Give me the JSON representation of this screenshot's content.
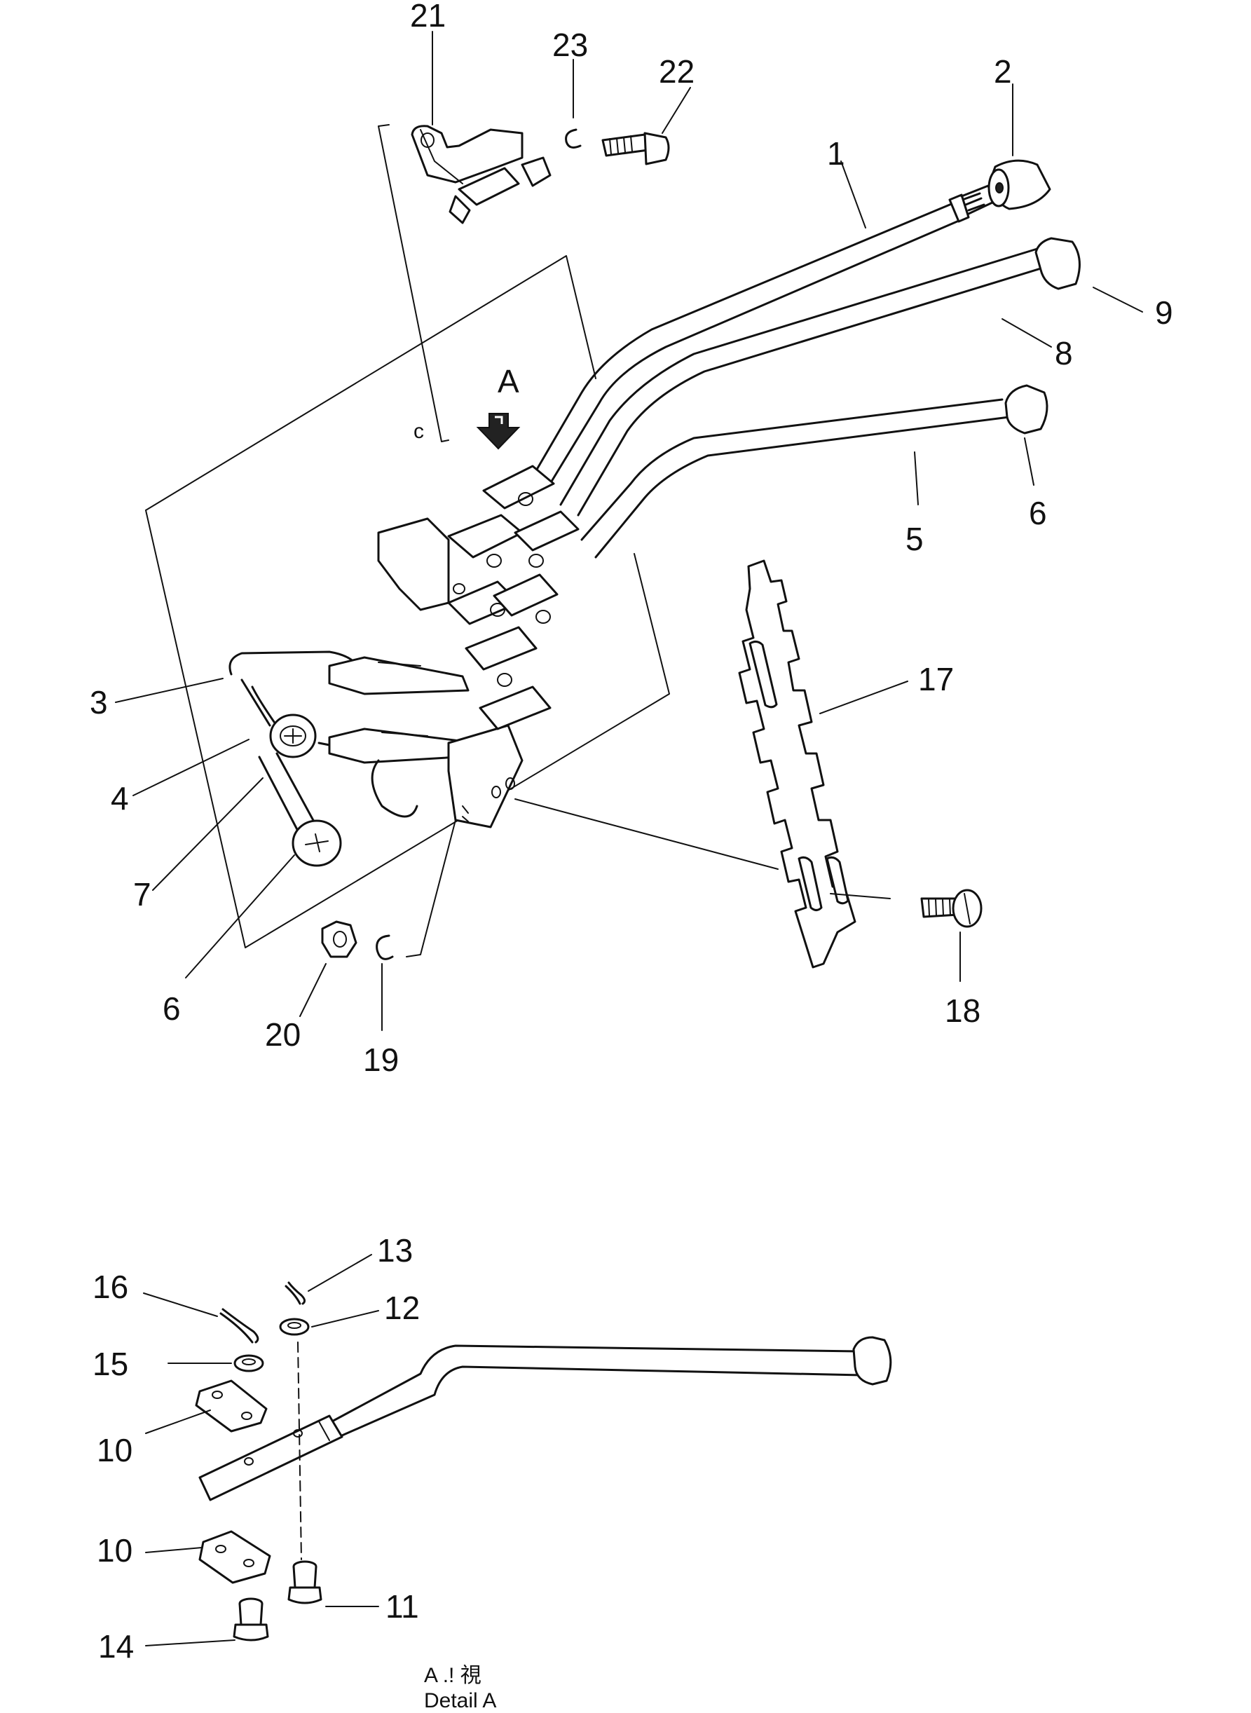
{
  "view_marker": {
    "letter": "A"
  },
  "callouts": {
    "c1": "1",
    "c2": "2",
    "c3": "3",
    "c4": "4",
    "c5": "5",
    "c6a": "6",
    "c6b": "6",
    "c7": "7",
    "c8": "8",
    "c9": "9",
    "c10a": "10",
    "c10b": "10",
    "c11": "11",
    "c12": "12",
    "c13": "13",
    "c14": "14",
    "c15": "15",
    "c16": "16",
    "c17": "17",
    "c18": "18",
    "c19": "19",
    "c20": "20",
    "c21": "21",
    "c22": "22",
    "c23": "23"
  },
  "caption": {
    "line1": "A .! 視",
    "line2": "Detail  A"
  }
}
